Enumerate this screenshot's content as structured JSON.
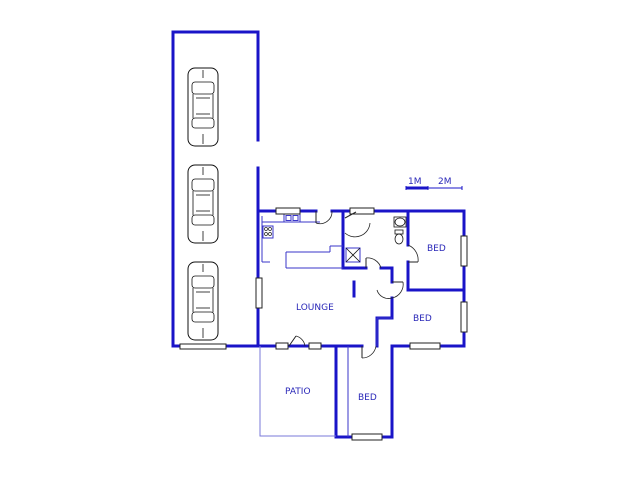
{
  "rooms": {
    "lounge": "LOUNGE",
    "bed_1": "BED",
    "bed_2": "BED",
    "bed_3": "BED",
    "patio": "PATIO"
  },
  "scale": {
    "mark_1": "1M",
    "mark_2": "2M"
  },
  "colors": {
    "wall": "#1a14c8",
    "label": "#2a28b8",
    "background": "#ffffff"
  },
  "icons": [
    "car-icon",
    "car-icon",
    "car-icon",
    "toilet-icon",
    "basin-icon",
    "shower-icon",
    "stove-icon",
    "sink-icon"
  ]
}
